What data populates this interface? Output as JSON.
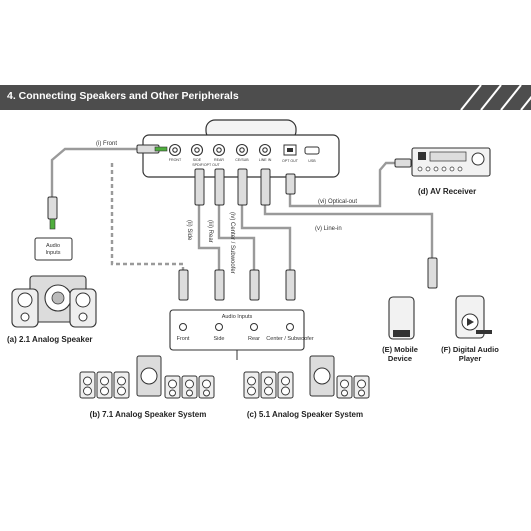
{
  "section": {
    "title": "4. Connecting Speakers and Other Peripherals"
  },
  "device": {
    "port_labels": [
      "FRONT",
      "SIDE",
      "REAR",
      "CE/SUB",
      "LINE IN",
      "OPT OUT",
      "SPDIF/OPT OUT",
      "USB"
    ]
  },
  "cables": {
    "front": "(i) Front",
    "side": "(ii) Side",
    "rear": "(iii) Rear",
    "center_sub": "(iv) Center / Subwoofer",
    "line_in": "(v) Line-in",
    "optical_out": "(vi) Optical-out"
  },
  "speakers_21": {
    "inputs_label": "Audio Inputs",
    "caption": "(a) 2.1 Analog Speaker"
  },
  "panel": {
    "title": "Audio Inputs",
    "front": "Front",
    "side": "Side",
    "rear": "Rear",
    "center_sub": "Center / Subwoofer"
  },
  "speakers_71": {
    "caption": "(b) 7.1 Analog Speaker System"
  },
  "speakers_51": {
    "caption": "(c) 5.1 Analog Speaker System"
  },
  "av_receiver": {
    "caption": "(d) AV Receiver"
  },
  "mobile": {
    "caption": "(E) Mobile Device"
  },
  "audio_player": {
    "caption": "(F) Digital Audio Player"
  },
  "colors": {
    "banner": "#4d4d4d",
    "cable": "#9a9a9a",
    "plug_green": "#4fae3d",
    "plug_silver": "#b8b8b8"
  }
}
